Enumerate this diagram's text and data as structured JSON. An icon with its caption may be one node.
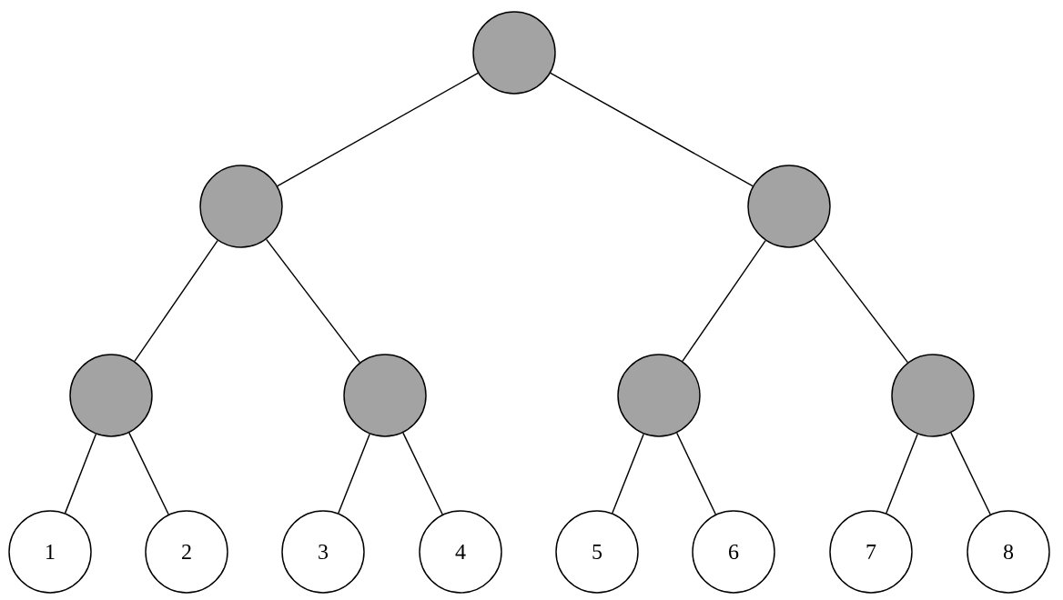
{
  "diagram": {
    "nodes": [
      {
        "text": [],
        "shape": "circle"
      },
      {
        "text": [],
        "shape": "circle"
      },
      {
        "text": [],
        "shape": "circle"
      },
      {
        "text": [],
        "shape": "circle"
      },
      {
        "text": [],
        "shape": "circle"
      },
      {
        "text": [],
        "shape": "circle"
      },
      {
        "text": [],
        "shape": "circle"
      },
      {
        "text": [
          "1"
        ]
      },
      {
        "text": [
          "2"
        ]
      },
      {
        "text": [
          "3"
        ]
      },
      {
        "text": [
          "4"
        ]
      },
      {
        "text": [
          "5"
        ]
      },
      {
        "text": [
          "6"
        ]
      },
      {
        "text": [
          "7"
        ]
      },
      {
        "text": [
          "8"
        ]
      }
    ],
    "edges": [
      {
        "from": 0,
        "to": 1,
        "arrow": "none"
      },
      {
        "from": 0,
        "to": 2,
        "arrow": "none"
      },
      {
        "from": 1,
        "to": 3,
        "arrow": "none"
      },
      {
        "from": 1,
        "to": 4,
        "arrow": "none"
      },
      {
        "from": 2,
        "to": 5,
        "arrow": "none"
      },
      {
        "from": 2,
        "to": 6,
        "arrow": "none"
      },
      {
        "from": 3,
        "to": 7,
        "arrow": "none"
      },
      {
        "from": 3,
        "to": 8,
        "arrow": "none"
      },
      {
        "from": 4,
        "to": 9,
        "arrow": "none"
      },
      {
        "from": 4,
        "to": 10,
        "arrow": "none"
      },
      {
        "from": 5,
        "to": 11,
        "arrow": "none"
      },
      {
        "from": 5,
        "to": 12,
        "arrow": "none"
      },
      {
        "from": 6,
        "to": 13,
        "arrow": "none"
      },
      {
        "from": 6,
        "to": 14,
        "arrow": "none"
      }
    ]
  }
}
